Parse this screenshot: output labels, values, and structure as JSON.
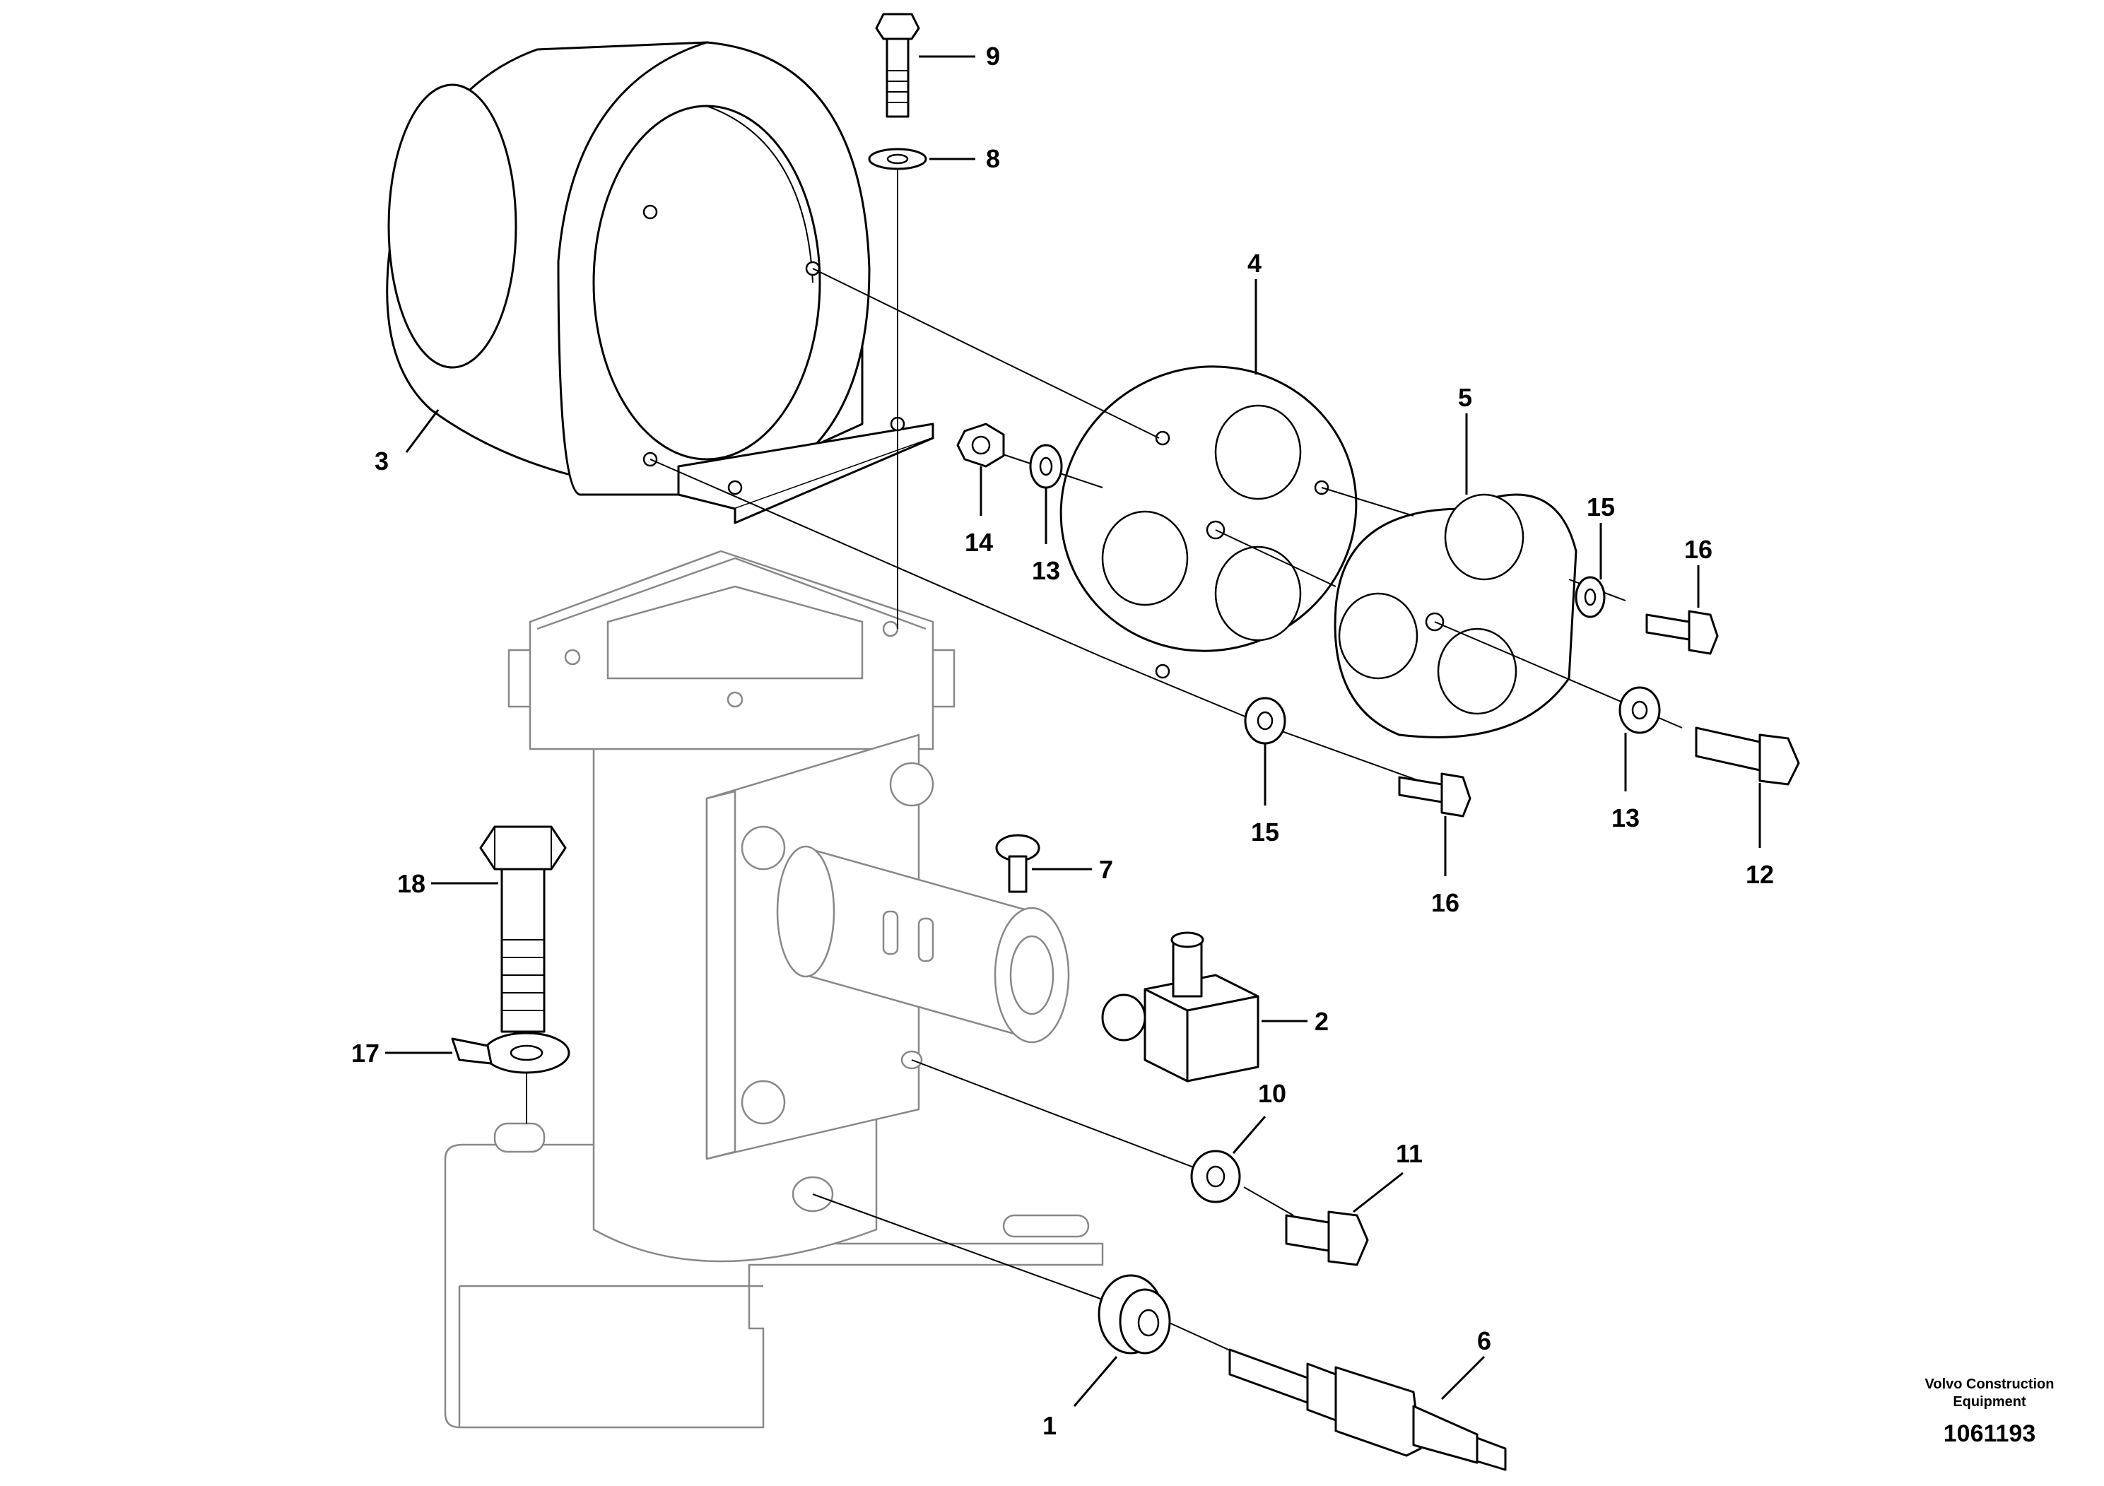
{
  "callouts": [
    {
      "id": "1",
      "label": "1"
    },
    {
      "id": "2",
      "label": "2"
    },
    {
      "id": "3",
      "label": "3"
    },
    {
      "id": "4",
      "label": "4"
    },
    {
      "id": "5",
      "label": "5"
    },
    {
      "id": "6",
      "label": "6"
    },
    {
      "id": "7",
      "label": "7"
    },
    {
      "id": "8",
      "label": "8"
    },
    {
      "id": "9",
      "label": "9"
    },
    {
      "id": "10",
      "label": "10"
    },
    {
      "id": "11",
      "label": "11"
    },
    {
      "id": "12",
      "label": "12"
    },
    {
      "id": "13a",
      "label": "13"
    },
    {
      "id": "13b",
      "label": "13"
    },
    {
      "id": "14",
      "label": "14"
    },
    {
      "id": "15a",
      "label": "15"
    },
    {
      "id": "15b",
      "label": "15"
    },
    {
      "id": "16a",
      "label": "16"
    },
    {
      "id": "16b",
      "label": "16"
    },
    {
      "id": "17",
      "label": "17"
    },
    {
      "id": "18",
      "label": "18"
    }
  ],
  "footer": {
    "brand_line1": "Volvo Construction",
    "brand_line2": "Equipment",
    "document_number": "1061193"
  }
}
